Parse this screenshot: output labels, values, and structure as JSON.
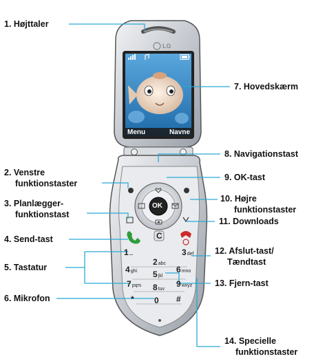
{
  "labels": {
    "l1": "1. Højttaler",
    "l2a": "2. Venstre",
    "l2b": "funktionstaster",
    "l3a": "3. Planlægger-",
    "l3b": "funktionstast",
    "l4": "4. Send-tast",
    "l5": "5. Tastatur",
    "l6": "6. Mikrofon",
    "l7": "7. Hovedskærm",
    "l8": "8. Navigationstast",
    "l9": "9. OK-tast",
    "l10a": "10. Højre",
    "l10b": "funktionstaster",
    "l11": "11. Downloads",
    "l12a": "12. Afslut-tast/",
    "l12b": "Tændtast",
    "l13": "13. Fjern-tast",
    "l14a": "14. Specielle",
    "l14b": "funktionstaster"
  },
  "phone": {
    "brand": "LG",
    "softkey_left": "Menu",
    "softkey_right": "Navne",
    "ok_key": "OK",
    "clear_key": "C",
    "keys": [
      {
        "d": "1",
        "l": "⌴"
      },
      {
        "d": "2",
        "l": "abc"
      },
      {
        "d": "3",
        "l": "def"
      },
      {
        "d": "4",
        "l": "ghi"
      },
      {
        "d": "5",
        "l": "jkl"
      },
      {
        "d": "6",
        "l": "mno"
      },
      {
        "d": "7",
        "l": "pqrs"
      },
      {
        "d": "8",
        "l": "tuv"
      },
      {
        "d": "9",
        "l": "wxyz"
      },
      {
        "d": "*",
        "l": ""
      },
      {
        "d": "0",
        "l": ""
      },
      {
        "d": "#",
        "l": ""
      }
    ]
  },
  "colors": {
    "callout_line": "#29a9d6",
    "body_silver": "#c9cdd3",
    "screen_bg": "#2e7fc3",
    "softkey_bar": "#1a1a1a"
  }
}
